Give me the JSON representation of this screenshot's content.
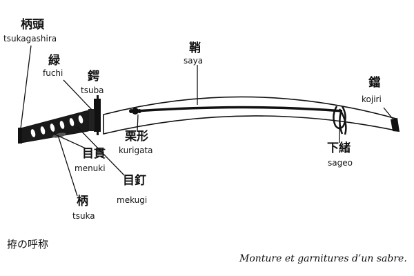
{
  "labels": {
    "tsukagashira": {
      "kanji": "柄頭",
      "romaji": "tsukagashira"
    },
    "fuchi": {
      "kanji": "緑",
      "romaji": "fuchi"
    },
    "tsuba": {
      "kanji": "鍔",
      "romaji": "tsuba"
    },
    "saya": {
      "kanji": "鞘",
      "romaji": "saya"
    },
    "kojiri": {
      "kanji": "鐺",
      "romaji": "kojiri"
    },
    "kurigata": {
      "kanji": "栗形",
      "romaji": "kurigata"
    },
    "sageo": {
      "kanji": "下緒",
      "romaji": "sageo"
    },
    "menuki": {
      "kanji": "目貫",
      "romaji": "menuki"
    },
    "mekugi": {
      "kanji": "目釘",
      "romaji": "mekugi"
    },
    "tsuka": {
      "kanji": "柄",
      "romaji": "tsuka"
    }
  },
  "caption_japanese": "拵の呼称",
  "caption_french": "Monture et garnitures d’un sabre.",
  "colors": {
    "ink": "#111111",
    "background": "#ffffff"
  }
}
